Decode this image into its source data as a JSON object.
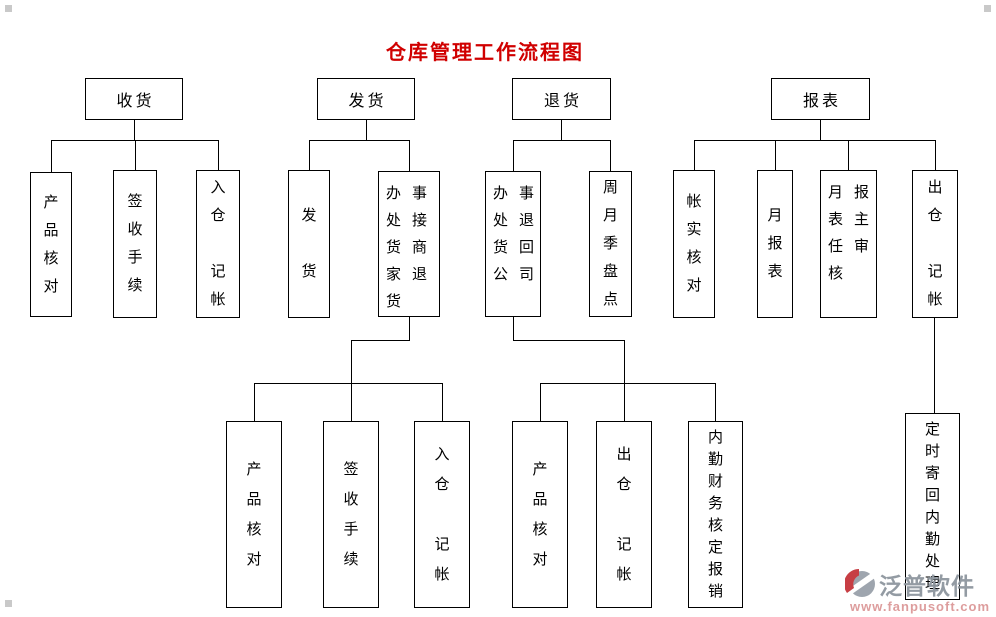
{
  "title": {
    "text": "仓库管理工作流程图"
  },
  "colors": {
    "title_red": "#d00000",
    "line_black": "#000000",
    "box_border": "#000000",
    "watermark_gray": "#8e969f",
    "watermark_pink": "#dc9898",
    "logo_red": "#c5343a",
    "logo_gray": "#99a1aa"
  },
  "groups": {
    "receiving": {
      "label": "收货",
      "children": {
        "product_check": {
          "text": "产品核对",
          "lines": [
            "产",
            "品",
            "核",
            "对"
          ]
        },
        "sign_procedure": {
          "text": "签收手续",
          "lines": [
            "签",
            "收",
            "手",
            "续"
          ]
        },
        "warehouse_in_bookkeeping": {
          "text": "入仓 记帐",
          "lines": [
            "入",
            "仓",
            "",
            "记",
            "帐"
          ]
        }
      }
    },
    "shipping": {
      "label": "发货",
      "children": {
        "ship_goods": {
          "text": "发 货",
          "lines": [
            "发",
            "",
            "货"
          ]
        },
        "office_handles_merchant_returns": {
          "text": "办事处接货商家退货",
          "lines": [
            "办事",
            "处接",
            "货商",
            "家退",
            "货"
          ]
        }
      },
      "grandchildren": {
        "product_check": {
          "text": "产品核对",
          "lines": [
            "产",
            "品",
            "核",
            "对"
          ]
        },
        "sign_procedure": {
          "text": "签收手续",
          "lines": [
            "签",
            "收",
            "手",
            "续"
          ]
        },
        "warehouse_in_bookkeeping": {
          "text": "入仓 记帐",
          "lines": [
            "入",
            "仓",
            "",
            "记",
            "帐"
          ]
        }
      }
    },
    "returns": {
      "label": "退货",
      "children": {
        "office_returns_to_company": {
          "text": "办事处退货回公司",
          "lines": [
            "办事",
            "处退",
            "货回",
            "公司"
          ]
        },
        "periodic_stocktake": {
          "text": "周月季盘点",
          "lines": [
            "周",
            "月",
            "季",
            "盘",
            "点"
          ]
        }
      },
      "grandchildren": {
        "product_check": {
          "text": "产品核对",
          "lines": [
            "产",
            "品",
            "核",
            "对"
          ]
        },
        "warehouse_out_bookkeeping": {
          "text": "出仓 记帐",
          "lines": [
            "出",
            "仓",
            "",
            "记",
            "帐"
          ]
        },
        "office_finance_approve_reimbursement": {
          "text": "内勤财务核定报销",
          "lines": [
            "内",
            "勤",
            "财",
            "务",
            "核",
            "定",
            "报",
            "销"
          ]
        }
      }
    },
    "reports": {
      "label": "报表",
      "children": {
        "account_reality_check": {
          "text": "帐实核对",
          "lines": [
            "帐",
            "实",
            "核",
            "对"
          ]
        },
        "monthly_report": {
          "text": "月报表",
          "lines": [
            "月",
            "报",
            "表"
          ]
        },
        "monthly_report_director_review": {
          "text": "月报表主任审核",
          "lines": [
            "月报",
            "表主",
            "任审",
            "核"
          ]
        },
        "warehouse_out_bookkeeping": {
          "text": "出仓 记帐",
          "lines": [
            "出",
            "仓",
            "",
            "记",
            "帐"
          ]
        }
      },
      "grandchildren": {
        "scheduled_send_back_office_processing": {
          "text": "定时寄回内勤处理",
          "lines": [
            "定",
            "时",
            "寄",
            "回",
            "内",
            "勤",
            "处",
            "理"
          ]
        }
      }
    }
  },
  "watermark": {
    "brand": "泛普软件",
    "url": "www.fanpusoft.com"
  }
}
